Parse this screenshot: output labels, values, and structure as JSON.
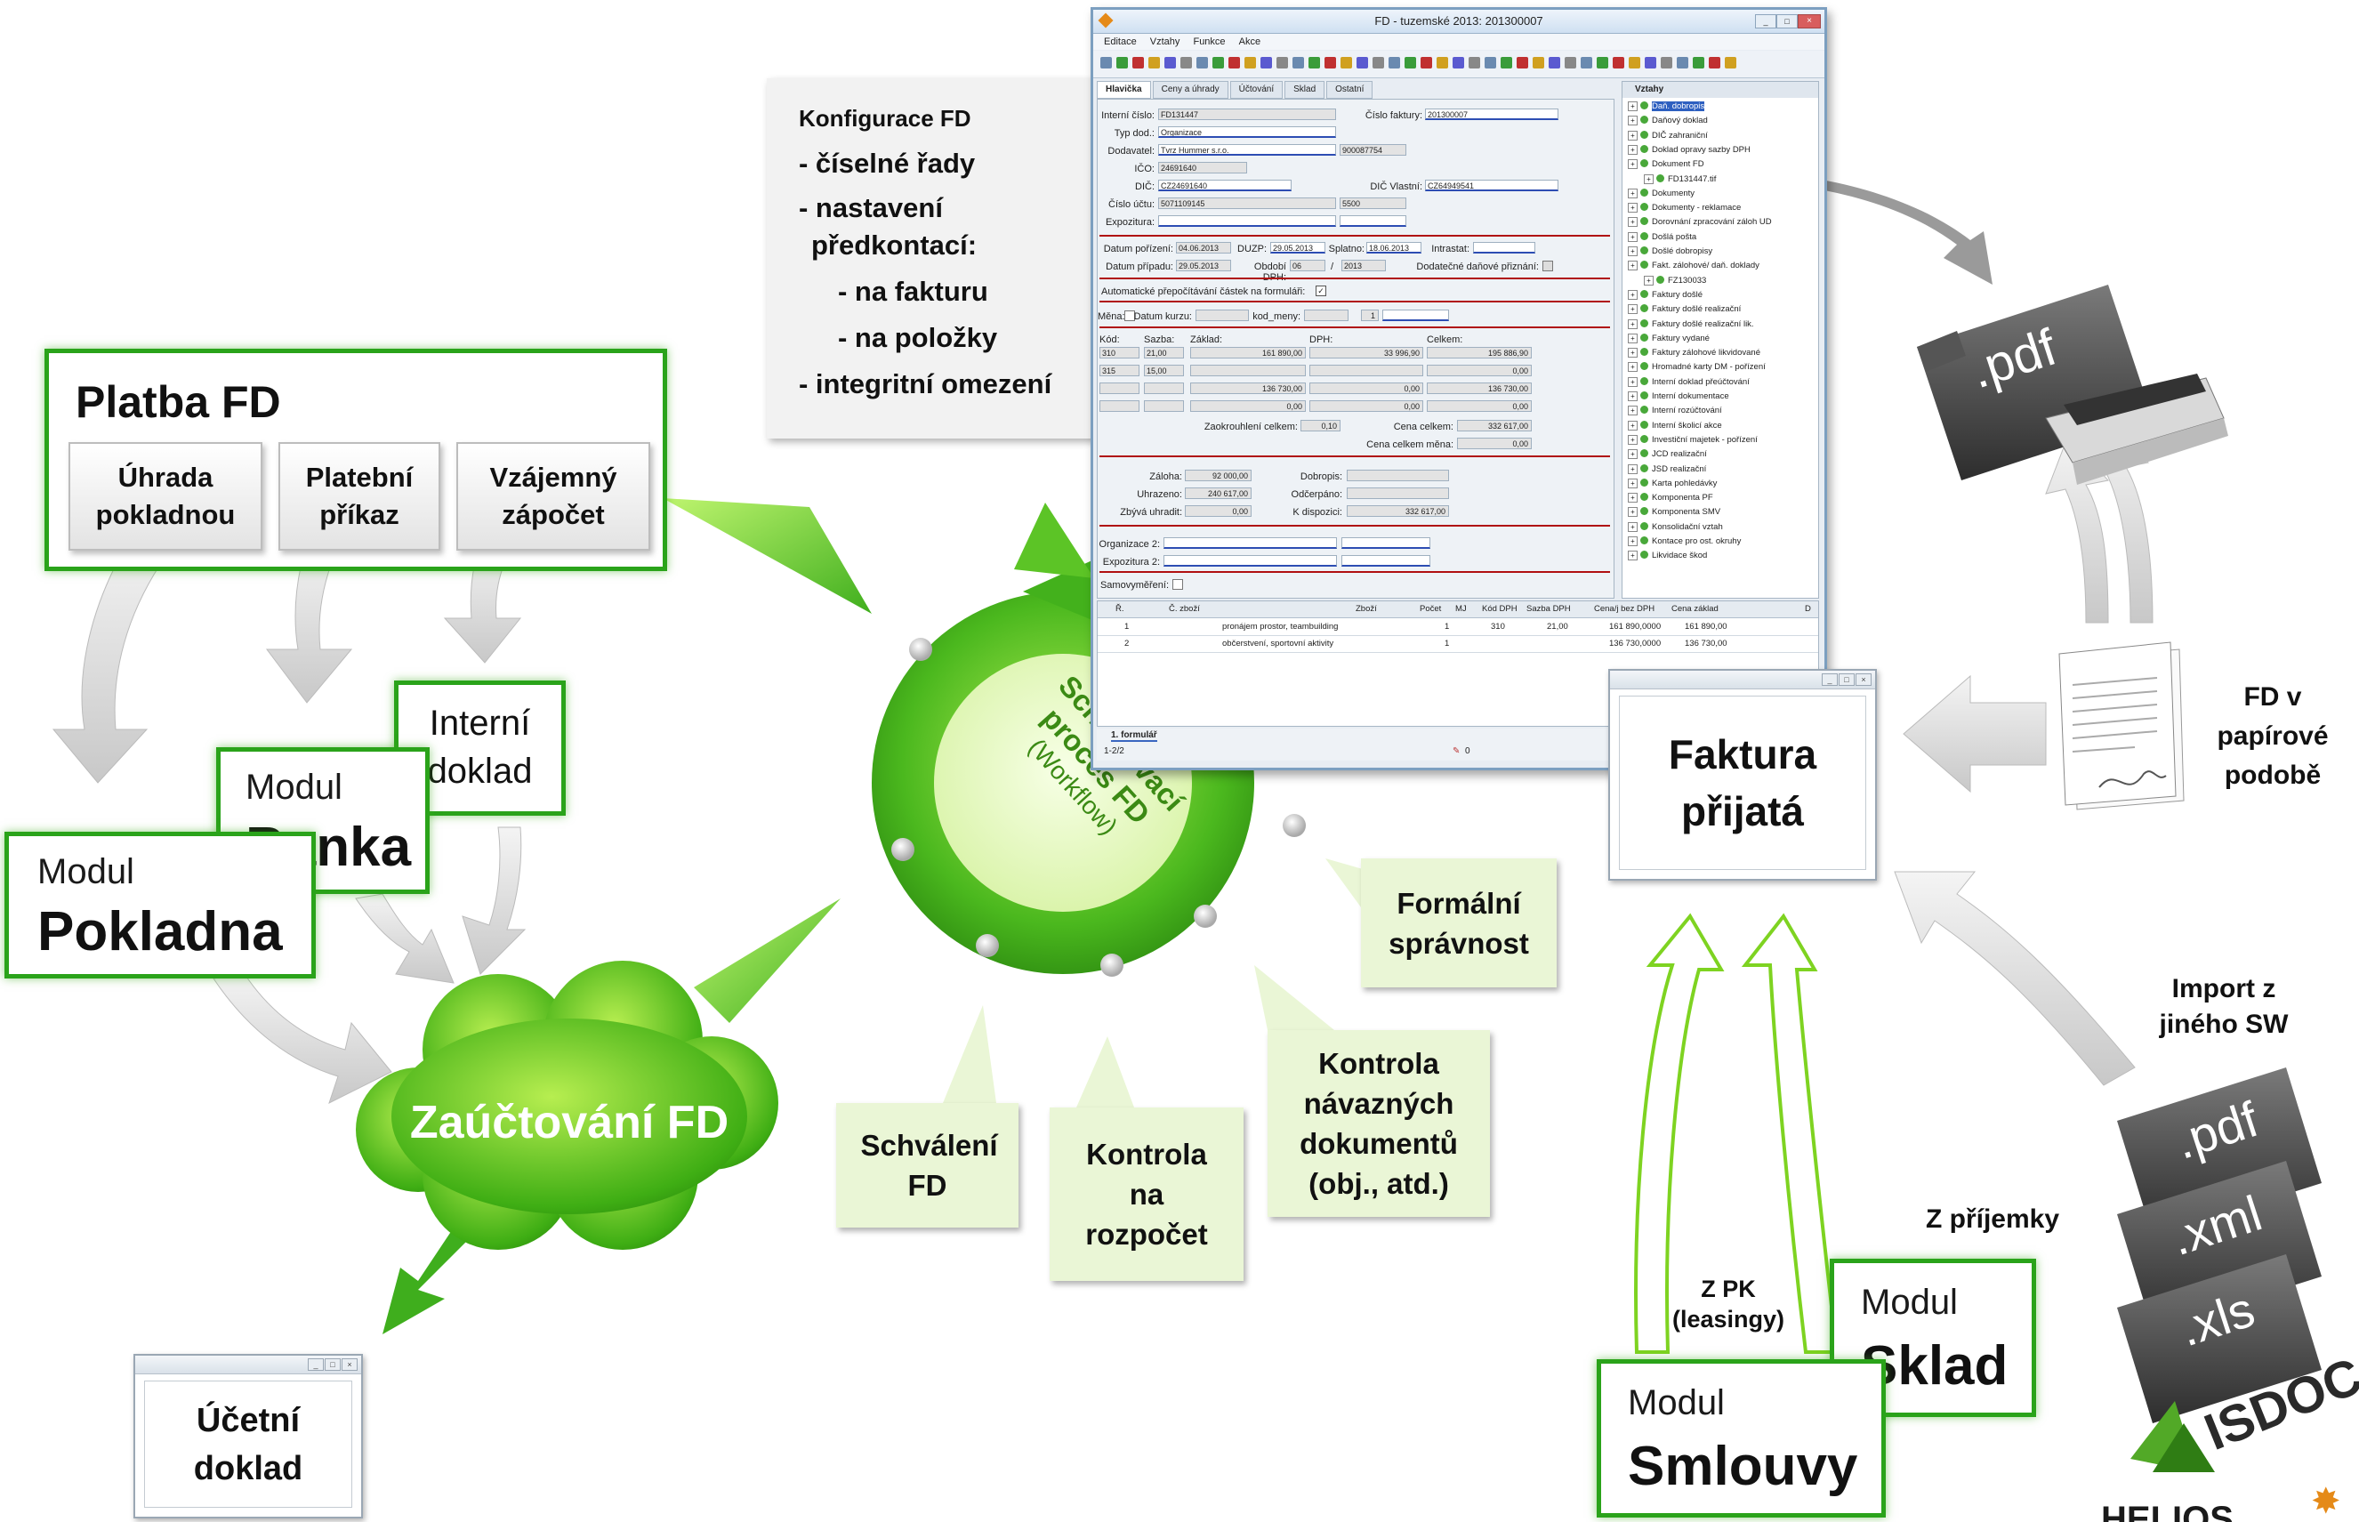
{
  "platba": {
    "title": "Platba FD",
    "items": [
      "Úhrada pokladnou",
      "Platební příkaz",
      "Vzájemný zápočet"
    ]
  },
  "modules_left": {
    "pokladna": {
      "prefix": "Modul",
      "name": "Pokladna"
    },
    "banka": {
      "prefix": "Modul",
      "name": "Banka"
    },
    "interni": "Interní doklad"
  },
  "cloud_label": "Zaúčtování FD",
  "ucetni_doklad": "Účetní doklad",
  "config": {
    "title": "Konfigurace FD",
    "lines": [
      "- číselné řady",
      "- nastavení",
      "předkontací:",
      "- na fakturu",
      "- na položky",
      "- integritní omezení"
    ]
  },
  "cycle": {
    "line1": "Schvalovací",
    "line2": "proces FD",
    "line3": "(Workflow)"
  },
  "callouts": {
    "schvaleni": "Schválení FD",
    "kontrola_rozpocet": "Kontrola na rozpočet",
    "kontrola_dokumentu": "Kontrola návazných dokumentů (obj., atd.)",
    "formalni": "Formální správnost"
  },
  "faktura": "Faktura přijatá",
  "right_labels": {
    "papir": "FD v papírové podobě",
    "import": "Import z jiného SW",
    "prijemka": "Z příjemky",
    "pk": "Z PK (leasingy)"
  },
  "modules_right": {
    "sklad": {
      "prefix": "Modul",
      "name": "Sklad"
    },
    "smlouvy": {
      "prefix": "Modul",
      "name": "Smlouvy"
    }
  },
  "file_labels": {
    "pdf": ".pdf",
    "xml": ".xml",
    "xls": ".xls"
  },
  "isdoc": "ISDOC",
  "helios": "HELIOS",
  "app": {
    "title": "FD - tuzemské 2013: 201300007",
    "menu": [
      "Editace",
      "Vztahy",
      "Funkce",
      "Akce"
    ],
    "tabs": [
      "Hlavička",
      "Ceny a úhrady",
      "Účtování",
      "Sklad",
      "Ostatní"
    ],
    "tree_header": "Vztahy",
    "fields": {
      "interni_cislo_l": "Interní číslo:",
      "interni_cislo": "FD131447",
      "cislo_faktury_l": "Číslo faktury:",
      "cislo_faktury": "201300007",
      "typ_dod_l": "Typ dod.:",
      "typ_dod": "Organizace",
      "dodavatel_l": "Dodavatel:",
      "dodavatel": "Tvrz Hummer s.r.o.",
      "dodavatel_cislo": "900087754",
      "ico_l": "IČO:",
      "ico": "24691640",
      "dic_l": "DIČ:",
      "dic": "CZ24691640",
      "dic_vlastni_l": "DIČ Vlastní:",
      "dic_vlastni": "CZ64949541",
      "cislo_uctu_l": "Číslo účtu:",
      "cislo_uctu": "5071109145",
      "kod_banky": "5500",
      "expozitura_l": "Expozitura:",
      "datum_porizeni_l": "Datum pořízení:",
      "datum_porizeni": "04.06.2013",
      "duzp_l": "DUZP:",
      "duzp": "29.05.2013",
      "splatno_l": "Splatno:",
      "splatno": "18.06.2013",
      "intrastat_l": "Intrastat:",
      "datum_pripadu_l": "Datum případu:",
      "datum_pripadu": "29.05.2013",
      "obdobi_dph_l": "Období DPH:",
      "obdobi_m": "06",
      "obdobi_slash": "/",
      "obdobi_r": "2013",
      "dodatecne_l": "Dodatečné daňové přiznání:",
      "auto_prepocet": "Automatické přepočítávání částek na formuláři:",
      "mena_l": "Měna:",
      "datum_kurzu_l": "Datum kurzu:",
      "kod_meny_l": "kod_meny:",
      "kurz": "1",
      "kod_l": "Kód:",
      "sazba_l": "Sazba:",
      "zaklad_l": "Základ:",
      "dph_l": "DPH:",
      "celkem_l": "Celkem:",
      "zaokrouhleni_l": "Zaokrouhlení celkem:",
      "zaokrouhleni": "0,10",
      "cena_celkem_l": "Cena celkem:",
      "cena_celkem": "332 617,00",
      "cena_celkem_mena_l": "Cena celkem měna:",
      "cena_celkem_mena": "0,00",
      "zaloha_l": "Záloha:",
      "zaloha": "92 000,00",
      "dobropis_l": "Dobropis:",
      "uhrazeno_l": "Uhrazeno:",
      "uhrazeno": "240 617,00",
      "odcerpano_l": "Odčerpáno:",
      "zbyva_l": "Zbývá uhradit:",
      "zbyva": "0,00",
      "k_dispozici_l": "K dispozici:",
      "k_dispozici": "332 617,00",
      "organizace2_l": "Organizace 2:",
      "expozitura2_l": "Expozitura 2:",
      "samovymereni_l": "Samovyměření:"
    },
    "dph_rows": [
      {
        "kod": "310",
        "sazba": "21,00",
        "zaklad": "161 890,00",
        "dph": "33 996,90",
        "celkem": "195 886,90"
      },
      {
        "kod": "315",
        "sazba": "15,00",
        "zaklad": "",
        "dph": "",
        "celkem": "0,00"
      },
      {
        "kod": "",
        "sazba": "",
        "zaklad": "136 730,00",
        "dph": "0,00",
        "celkem": "136 730,00"
      },
      {
        "kod": "",
        "sazba": "",
        "zaklad": "0,00",
        "dph": "0,00",
        "celkem": "0,00"
      }
    ],
    "tree_items": [
      "Daň. dobropis",
      "Daňový doklad",
      "DIČ zahraniční",
      "Doklad opravy sazby DPH",
      "Dokument FD",
      "FD131447.tif",
      "Dokumenty",
      "Dokumenty - reklamace",
      "Dorovnání zpracování záloh UD",
      "Došlá pošta",
      "Došlé dobropisy",
      "Fakt. zálohové/ daň. doklady",
      "FZ130033",
      "Faktury došlé",
      "Faktury došlé realizační",
      "Faktury došlé realizační lik.",
      "Faktury vydané",
      "Faktury zálohové likvidované",
      "Hromadné karty DM - pořízení",
      "Interní doklad přeúčtování",
      "Interní dokumentace",
      "Interní rozúčtování",
      "Interní školicí akce",
      "Investiční majetek - pořízení",
      "JCD realizační",
      "JSD realizační",
      "Karta pohledávky",
      "Komponenta PF",
      "Komponenta SMV",
      "Konsolidační vztah",
      "Kontace pro ost. okruhy",
      "Likvidace škod"
    ],
    "grid_headers": [
      "Ř.",
      "Č. zboží",
      "Zboží",
      "Počet",
      "MJ",
      "Kód DPH",
      "Sazba DPH",
      "Cena/j bez DPH",
      "Cena základ",
      "D"
    ],
    "grid_rows": [
      [
        "1",
        "",
        "pronájem prostor, teambuilding",
        "1",
        "",
        "310",
        "21,00",
        "161 890,0000",
        "161 890,00"
      ],
      [
        "2",
        "",
        "občerstvení, sportovní aktivity",
        "1",
        "",
        "",
        "",
        "136 730,0000",
        "136 730,00"
      ]
    ],
    "foot_tab": "1. formulář",
    "foot_count": "1-2/2",
    "foot_attach": "0"
  },
  "colors": {
    "green": "#2aa31a",
    "light_green": "#7ed321",
    "callout": "#eaf6d6"
  }
}
